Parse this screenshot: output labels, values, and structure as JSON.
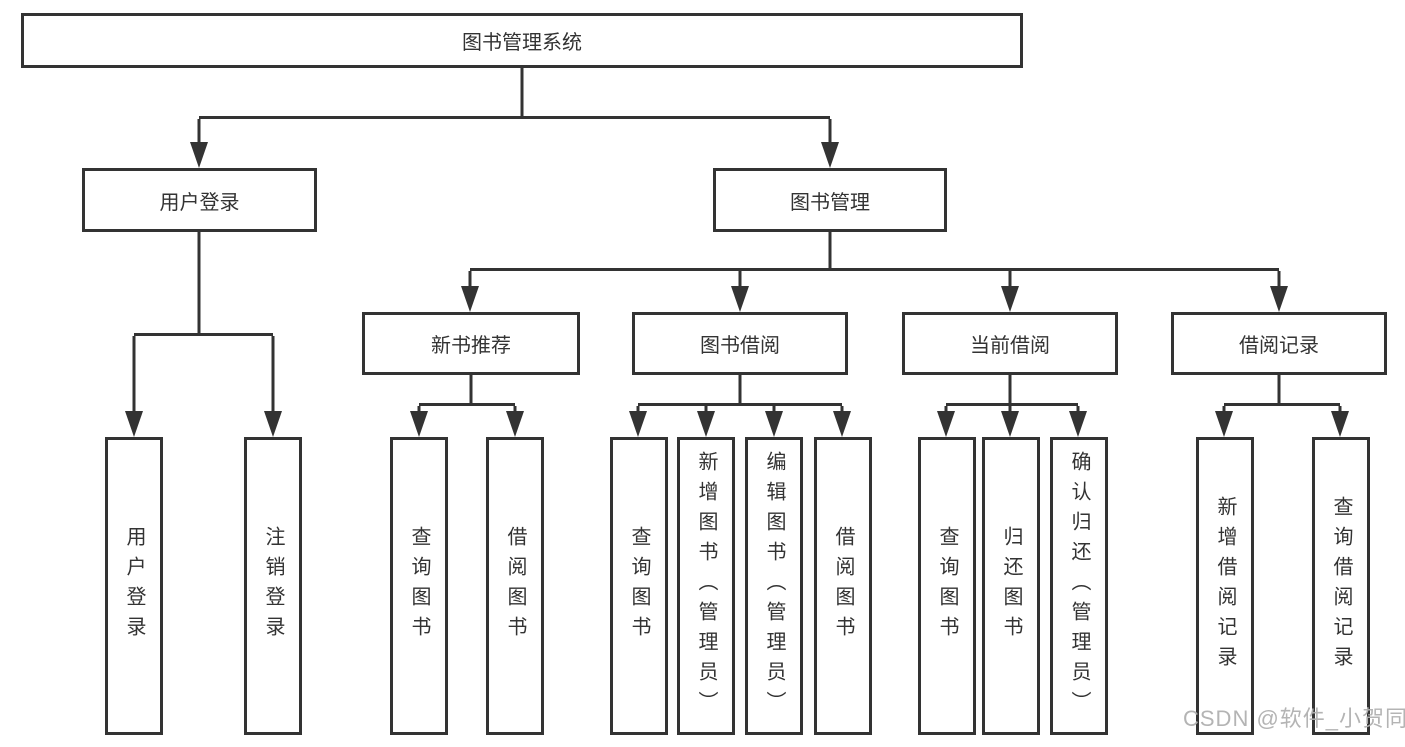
{
  "diagram_title": "图书管理系统",
  "tree": {
    "root": {
      "label": "图书管理系统",
      "children": [
        {
          "label": "用户登录",
          "children": [
            {
              "label": "用户登录"
            },
            {
              "label": "注销登录"
            }
          ]
        },
        {
          "label": "图书管理",
          "children": [
            {
              "label": "新书推荐",
              "children": [
                {
                  "label": "查询图书"
                },
                {
                  "label": "借阅图书"
                }
              ]
            },
            {
              "label": "图书借阅",
              "children": [
                {
                  "label": "查询图书"
                },
                {
                  "label": "新增图书（管理员）"
                },
                {
                  "label": "编辑图书（管理员）"
                },
                {
                  "label": "借阅图书"
                }
              ]
            },
            {
              "label": "当前借阅",
              "children": [
                {
                  "label": "查询图书"
                },
                {
                  "label": "归还图书"
                },
                {
                  "label": "确认归还（管理员）"
                }
              ]
            },
            {
              "label": "借阅记录",
              "children": [
                {
                  "label": "新增借阅记录"
                },
                {
                  "label": "查询借阅记录"
                }
              ]
            }
          ]
        }
      ]
    }
  },
  "watermark": {
    "text": "CSDN @软件_小贺同学"
  },
  "colors": {
    "line": "#333333",
    "box_border": "#333333",
    "text": "#333333",
    "background": "#ffffff",
    "watermark": "#b0b0b0"
  }
}
